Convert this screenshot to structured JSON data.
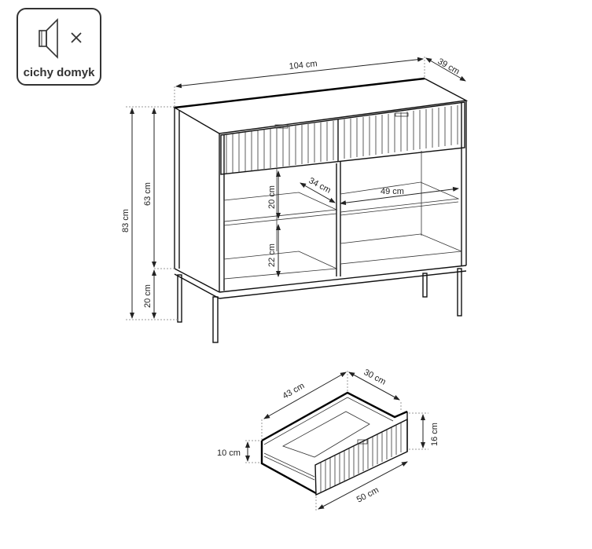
{
  "logo": {
    "icon": "speaker-muted-icon",
    "label": "cichy domyk"
  },
  "sideboard": {
    "width": "104 cm",
    "depth": "39 cm",
    "total_height": "83 cm",
    "body_height": "63 cm",
    "leg_height": "20 cm",
    "upper_compartment_height": "20 cm",
    "lower_compartment_height": "22 cm",
    "shelf_depth": "34 cm",
    "shelf_width": "49 cm"
  },
  "drawer": {
    "depth": "43 cm",
    "width_inner": "30 cm",
    "front_height": "16 cm",
    "side_height": "10 cm",
    "front_width": "50 cm"
  }
}
